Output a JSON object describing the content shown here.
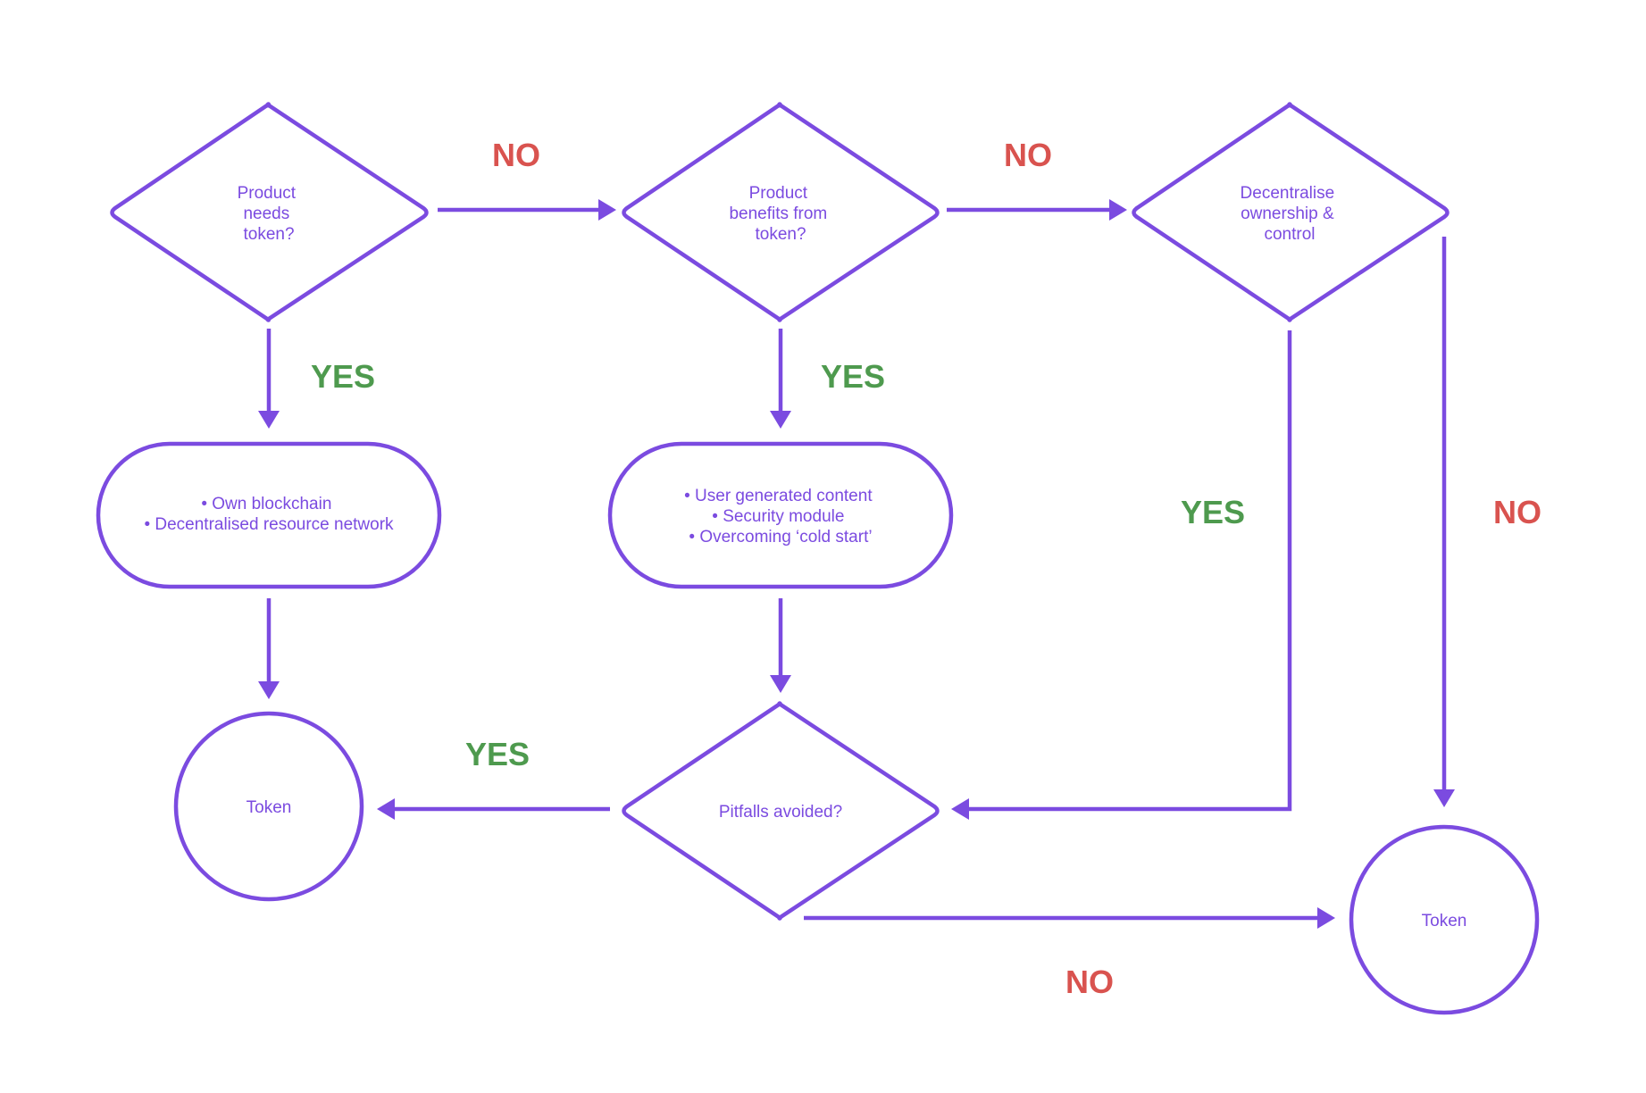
{
  "colors": {
    "stroke": "#7b4be0",
    "yes": "#4e9a4e",
    "no": "#d9534f",
    "background": "#ffffff"
  },
  "nodes": {
    "q1": [
      "Product",
      "needs",
      "token?"
    ],
    "q2": [
      "Product",
      "benefits from",
      "token?"
    ],
    "q3": [
      "Decentralise",
      "ownership &",
      "control"
    ],
    "box1": [
      "• Own blockchain",
      "• Decentralised resource network"
    ],
    "box2": [
      "• User generated content",
      "• Security module",
      "• Overcoming ‘cold start’"
    ],
    "q4": [
      "Pitfalls avoided?"
    ],
    "token_left": [
      "Token"
    ],
    "token_right": [
      "Token"
    ]
  },
  "edge_labels": {
    "q1_to_q2": "NO",
    "q2_to_q3": "NO",
    "q1_to_box1": "YES",
    "q2_to_box2": "YES",
    "q3_to_q4": "YES",
    "q3_to_token_right": "NO",
    "q4_to_token_left": "YES",
    "q4_to_token_right": "NO"
  }
}
